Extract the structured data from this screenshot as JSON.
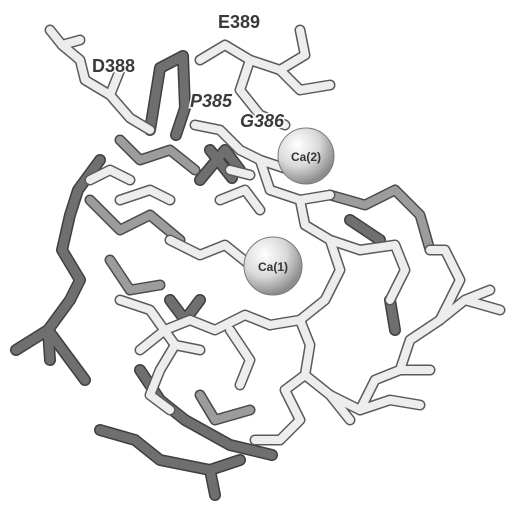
{
  "labels": {
    "e389": "E389",
    "d388": "D388",
    "p385": "P385",
    "g386": "G386"
  },
  "ions": {
    "ca1": "Ca(1)",
    "ca2": "Ca(2)"
  },
  "colors": {
    "light_stick": "#e6e6e6",
    "dark_stick": "#6b6b6b",
    "mid_stick": "#9a9a9a",
    "label_text": "#3a3a3a",
    "ion_fill": "#d8d8d8"
  }
}
